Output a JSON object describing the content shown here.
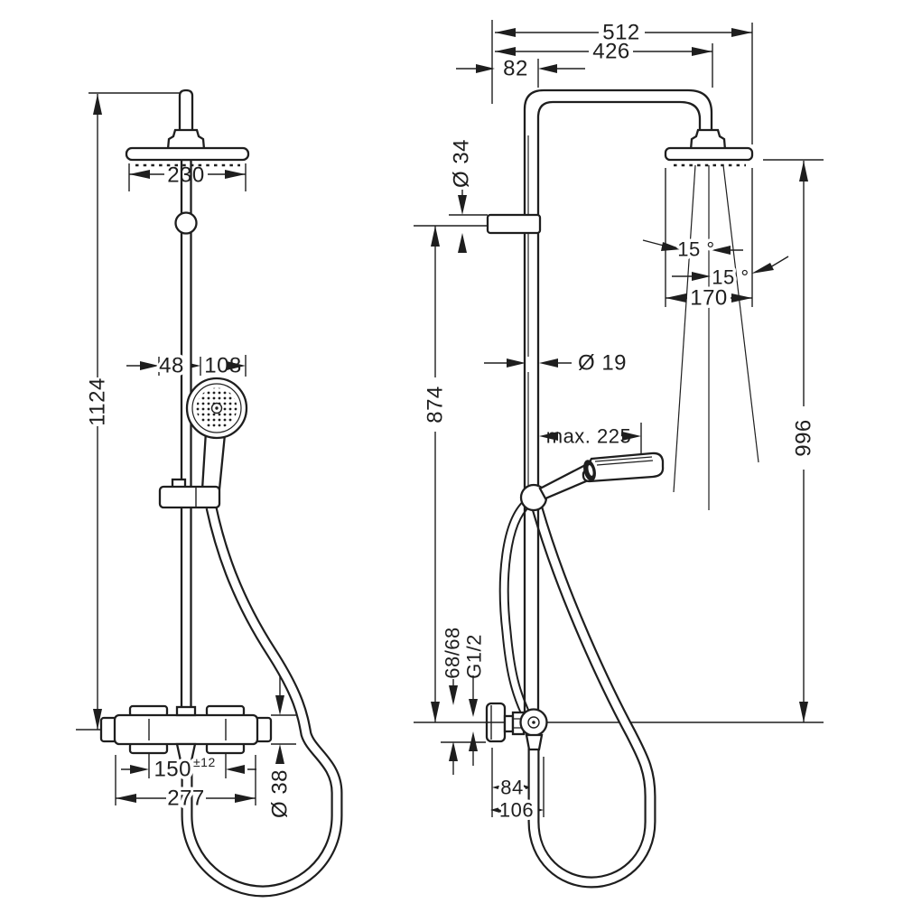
{
  "drawing": {
    "background": "#ffffff",
    "line_color": "#1e1e1e",
    "front_view": {
      "head_width": "230",
      "handshower_offset": "48",
      "handshower_diameter": "108",
      "total_height": "1124",
      "connection_spacing": "150",
      "connection_tolerance": "±12",
      "valve_length": "277",
      "escutcheon_diameter": "Ø 38"
    },
    "side_view": {
      "overall_projection": "512",
      "arm_projection": "426",
      "wall_clearance": "82",
      "upper_pipe_diameter": "Ø 34",
      "spray_angle_left": "15 °",
      "spray_angle_right": "15 °",
      "head_depth": "170",
      "bar_diameter": "Ø 19",
      "bar_height": "874",
      "handshower_reach": "max. 225",
      "head_height": "996",
      "supply_spacing": "68/68",
      "thread_size": "G1/2",
      "hose_offset": "84",
      "hose_projection": "106"
    }
  }
}
